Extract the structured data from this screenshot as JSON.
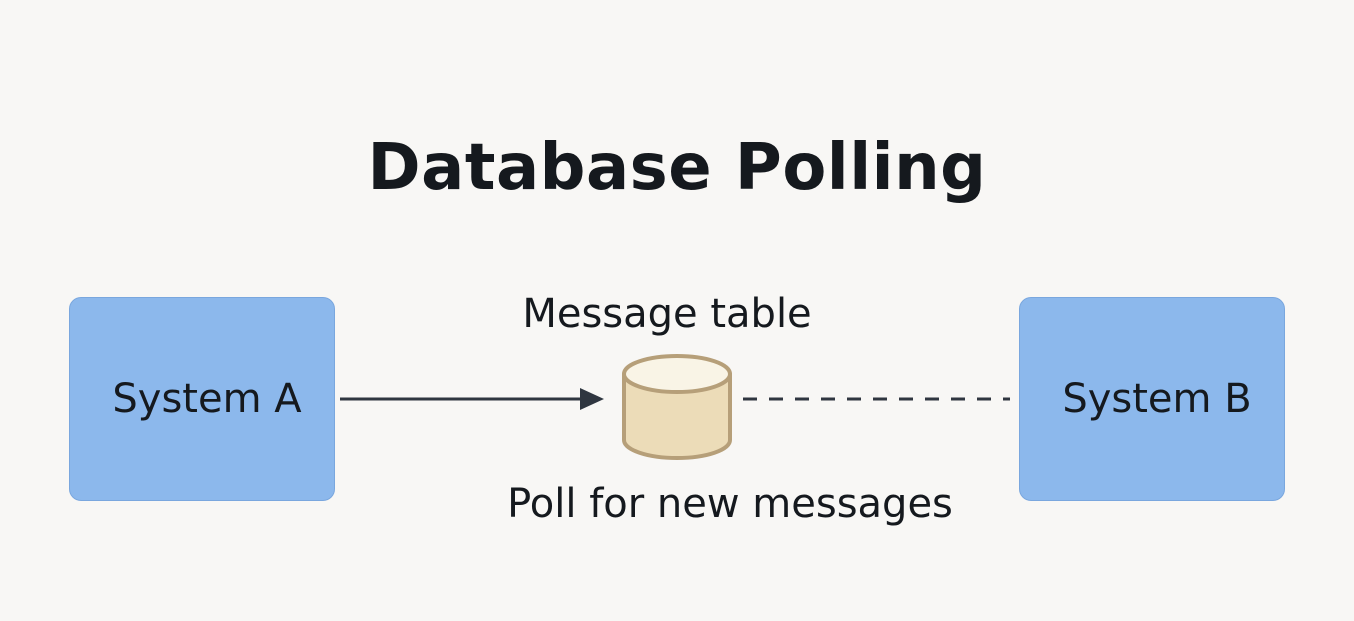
{
  "title": "Database Polling",
  "nodes": {
    "system_a": {
      "label": "System A"
    },
    "system_b": {
      "label": "System B"
    },
    "message_table": {
      "label": "Message table"
    }
  },
  "edges": {
    "a_to_table": {
      "style": "solid-arrow"
    },
    "b_polls_table": {
      "style": "dashed",
      "label": "Poll for new messages"
    }
  },
  "colors": {
    "background": "#f8f7f5",
    "system_box": "#8cb8ec",
    "cylinder_fill": "#ecdcb8",
    "cylinder_top": "#f9f4e6",
    "cylinder_stroke": "#b69f79",
    "text": "#15191e"
  },
  "icons": {
    "database": "database-cylinder-icon"
  }
}
